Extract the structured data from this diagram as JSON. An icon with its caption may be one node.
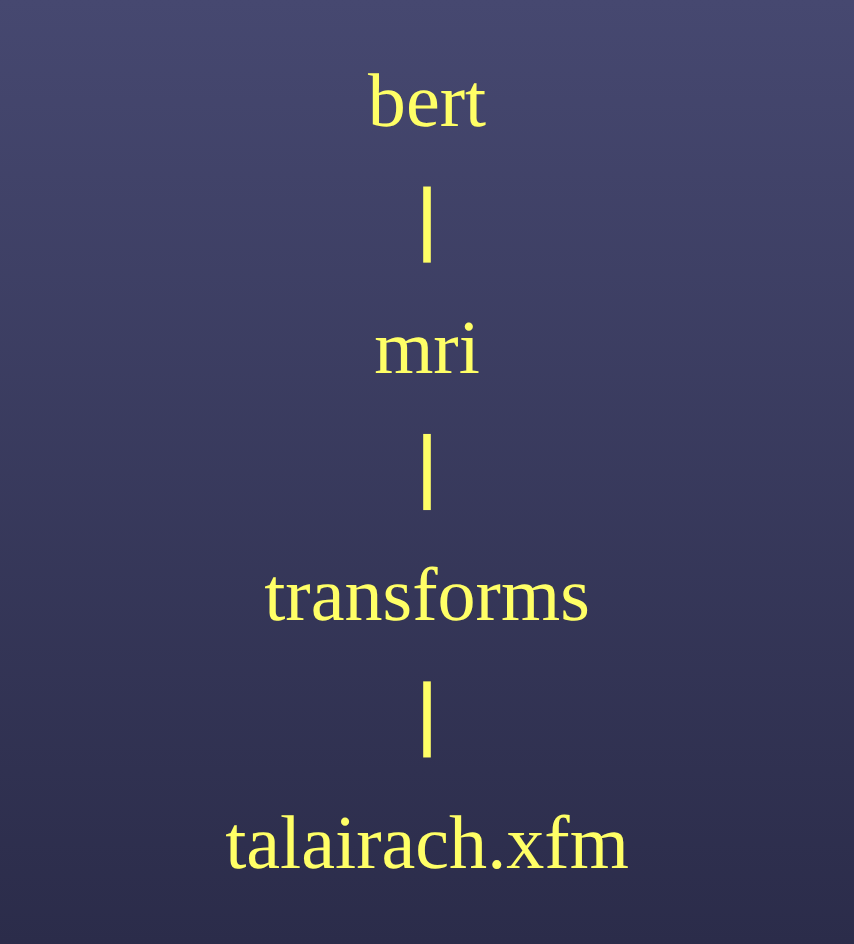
{
  "diagram": {
    "nodes": [
      {
        "text": [
          "bert"
        ]
      },
      {
        "text": [
          "mri"
        ]
      },
      {
        "text": [
          "transforms"
        ]
      },
      {
        "text": [
          "talairach.xfm"
        ]
      }
    ],
    "edges": [
      {
        "from": 0,
        "to": 1,
        "arrow": "none"
      },
      {
        "from": 1,
        "to": 2,
        "arrow": "none"
      },
      {
        "from": 2,
        "to": 3,
        "arrow": "none"
      }
    ]
  }
}
